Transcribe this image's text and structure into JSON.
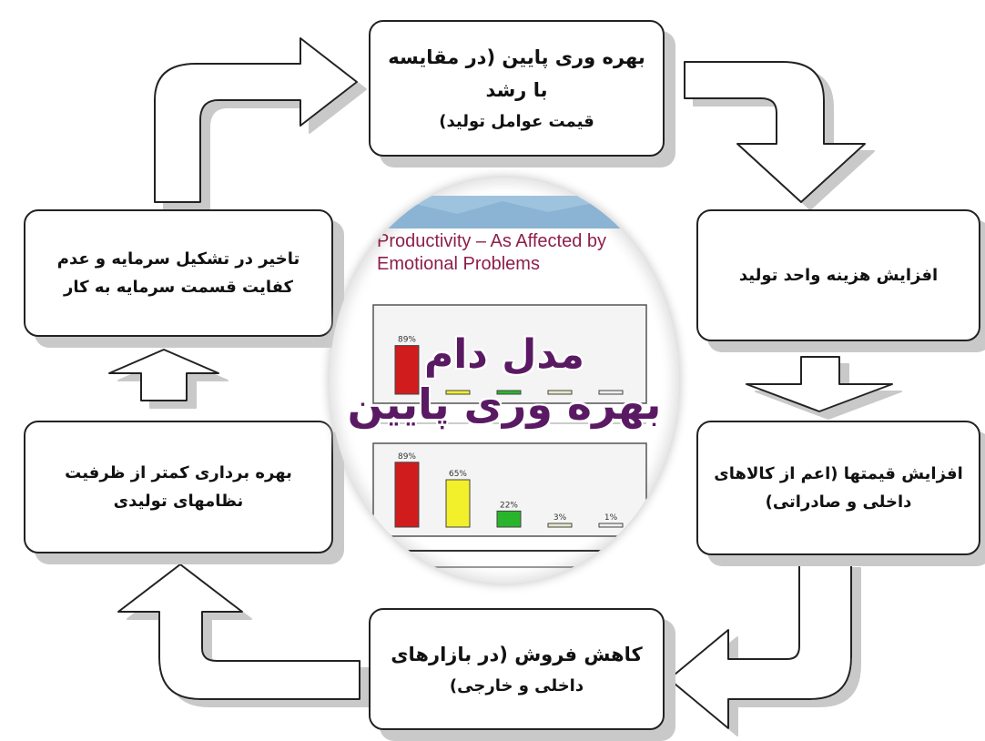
{
  "boxes": {
    "top": {
      "line1": "بهره وری پایین (در مقایسه با رشد",
      "line2": "قیمت عوامل تولید)"
    },
    "right1": {
      "line1": "افزایش هزینه واحد تولید"
    },
    "right2": {
      "line1": "افزایش قیمتها (اعم از کالاهای",
      "line2": "داخلی و صادراتی)"
    },
    "bottom": {
      "line1": "کاهش فروش (در بازارهای",
      "line2": "داخلی و خارجی)"
    },
    "left2": {
      "line1": "بهره برداری کمتر از ظرفیت",
      "line2": "نظامهای تولیدی"
    },
    "left1": {
      "line1": "تاخیر در تشکیل سرمایه و عدم",
      "line2": "کفایت قسمت سرمایه به کار"
    }
  },
  "centre": {
    "title_line1": "مدل دام",
    "title_line2": "بهره وری پایین",
    "background_chart": {
      "title_line1": "Productivity – As Affected by",
      "title_line2": "Emotional Problems",
      "top_row_labels": [
        "89%",
        "",
        "",
        "",
        ""
      ],
      "bottom_row_labels": [
        "89%",
        "65%",
        "22%",
        "3%",
        "1%"
      ],
      "colors": [
        "#d01c1c",
        "#f2ef2b",
        "#29b52b",
        "#e8e8c8",
        "#eeeeee"
      ]
    }
  }
}
